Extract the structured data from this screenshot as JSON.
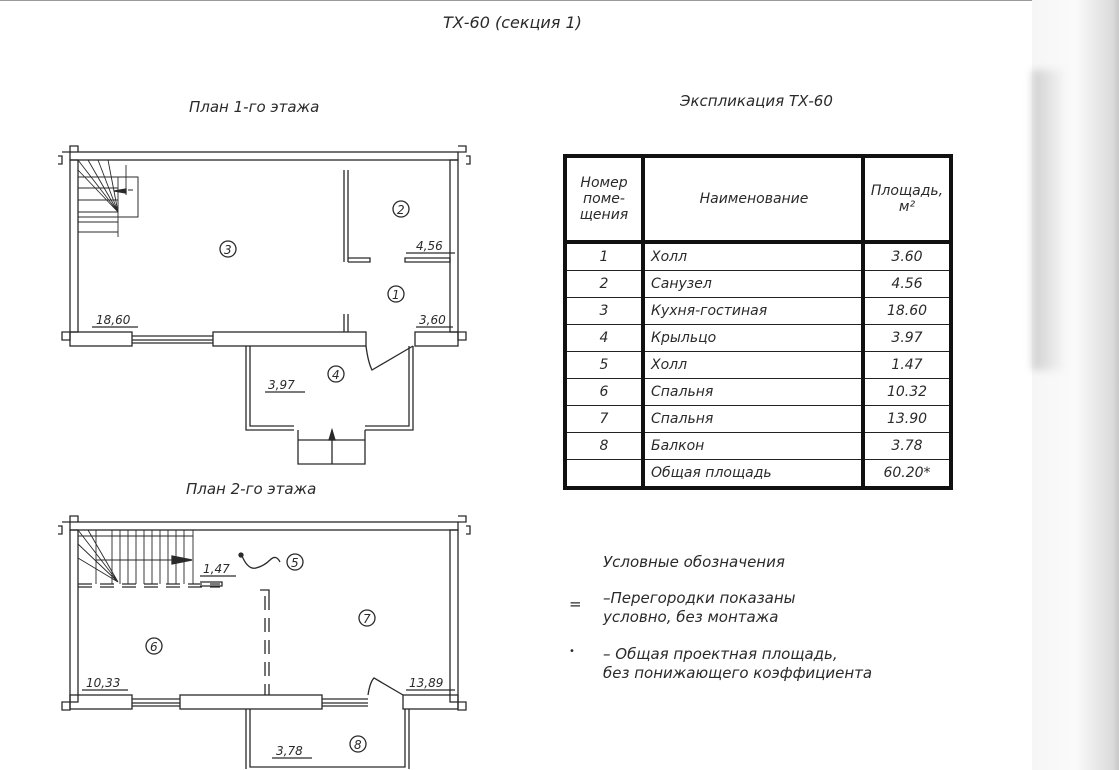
{
  "document_title": "ТХ-60 (секция 1)",
  "floor1": {
    "title": "План 1-го этажа",
    "rooms": [
      {
        "number": "1",
        "area_label": "3,60"
      },
      {
        "number": "2",
        "area_label": "4,56"
      },
      {
        "number": "3",
        "area_label": "18,60"
      },
      {
        "number": "4",
        "area_label": "3,97"
      }
    ]
  },
  "floor2": {
    "title": "План 2-го этажа",
    "rooms": [
      {
        "number": "5",
        "area_label": "1,47"
      },
      {
        "number": "6",
        "area_label": "10,33"
      },
      {
        "number": "7",
        "area_label": "13,89"
      },
      {
        "number": "8",
        "area_label": "3,78"
      }
    ]
  },
  "explication": {
    "title": "Экспликация ТХ-60",
    "headers": {
      "number_line1": "Номер",
      "number_line2": "поме-",
      "number_line3": "щения",
      "name": "Наименование",
      "area_line1": "Площадь,",
      "area_line2": "м²"
    },
    "rows": [
      {
        "number": "1",
        "name": "Холл",
        "area": "3.60"
      },
      {
        "number": "2",
        "name": "Санузел",
        "area": "4.56"
      },
      {
        "number": "3",
        "name": "Кухня-гостиная",
        "area": "18.60"
      },
      {
        "number": "4",
        "name": "Крыльцо",
        "area": "3.97"
      },
      {
        "number": "5",
        "name": "Холл",
        "area": "1.47"
      },
      {
        "number": "6",
        "name": "Спальня",
        "area": "10.32"
      },
      {
        "number": "7",
        "name": "Спальня",
        "area": "13.90"
      },
      {
        "number": "8",
        "name": "Балкон",
        "area": "3.78"
      }
    ],
    "total": {
      "number": "",
      "name": "Общая площадь",
      "area": "60.20*"
    }
  },
  "legend": {
    "title": "Условные обозначения",
    "items": [
      {
        "symbol": "=",
        "line1": "–Перегородки показаны",
        "line2": "условно, без монтажа"
      },
      {
        "symbol": "•",
        "line1": "– Общая проектная площадь,",
        "line2": "без понижающего коэффициента"
      }
    ]
  },
  "colors": {
    "line": "#2a2a2a",
    "border": "#111111",
    "background": "#ffffff"
  }
}
